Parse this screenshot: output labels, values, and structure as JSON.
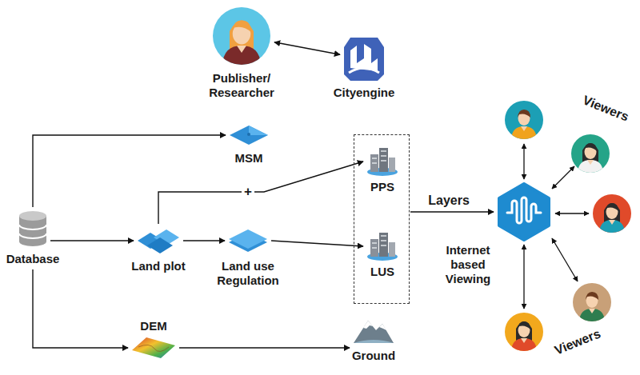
{
  "diagram": {
    "nodes": [
      {
        "text": [
          "Publisher/ Researcher"
        ]
      },
      {
        "text": [
          "Cityengine"
        ]
      },
      {
        "text": [
          "Database"
        ]
      },
      {
        "text": [
          "MSM"
        ]
      },
      {
        "text": [
          "Land plot"
        ]
      },
      {
        "text": [
          "Land use Regulation"
        ]
      },
      {
        "text": []
      },
      {
        "text": [
          "PPS"
        ],
        "in": 6
      },
      {
        "text": [
          "LUS"
        ],
        "in": 6
      },
      {
        "text": [
          "DEM"
        ]
      },
      {
        "text": [
          "Ground"
        ]
      },
      {
        "text": [
          "Internet based Viewing"
        ]
      }
    ],
    "edges": [
      {
        "from": 0,
        "to": 1,
        "arrow": "both"
      },
      {
        "from": 2,
        "to": 3,
        "arrow": "to"
      },
      {
        "from": 2,
        "to": 4,
        "arrow": "to"
      },
      {
        "from": 2,
        "to": 9,
        "arrow": "to"
      },
      {
        "from": 4,
        "to": 5,
        "arrow": "to"
      },
      {
        "from": 4,
        "to": 7,
        "arrow": "to"
      },
      {
        "from": 5,
        "to": 8,
        "arrow": "to"
      },
      {
        "from": 9,
        "to": 10,
        "arrow": "to"
      },
      {
        "from": 6,
        "to": 11,
        "label": "Layers",
        "arrow": "to"
      }
    ],
    "labels": [
      "+",
      "Viewers",
      "Viewers"
    ]
  }
}
